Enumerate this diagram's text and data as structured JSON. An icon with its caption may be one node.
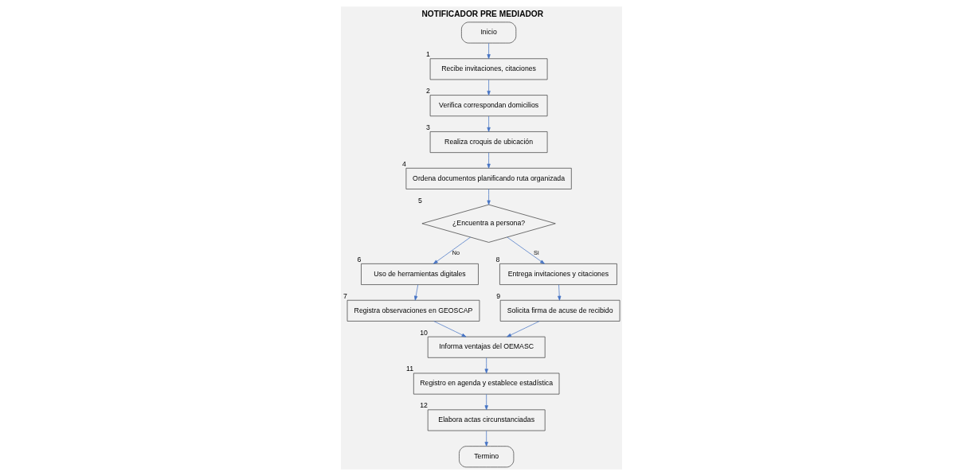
{
  "diagram": {
    "title": "NOTIFICADOR PRE MEDIADOR",
    "nodes": [
      {
        "text": [
          "Inicio"
        ]
      },
      {
        "text": [
          "Recibe invitaciones, citaciones"
        ],
        "beside": [
          "1"
        ]
      },
      {
        "text": [
          "Verifica correspondan domicilios"
        ],
        "beside": [
          "2"
        ]
      },
      {
        "text": [
          "Realiza croquis de ubicación"
        ],
        "beside": [
          "3"
        ]
      },
      {
        "text": [
          "Ordena documentos planificando ruta organizada"
        ],
        "beside": [
          "4"
        ]
      },
      {
        "text": [
          "¿Encuentra a persona?"
        ],
        "beside": [
          "5"
        ]
      },
      {
        "text": [
          "Uso de herramientas digitales"
        ],
        "beside": [
          "6"
        ]
      },
      {
        "text": [
          "Registra observaciones en GEOSCAP"
        ],
        "beside": [
          "7"
        ]
      },
      {
        "text": [
          "Entrega invitaciones y citaciones"
        ],
        "beside": [
          "8"
        ]
      },
      {
        "text": [
          "Solicita firma de acuse de recibido"
        ],
        "beside": [
          "9"
        ]
      },
      {
        "text": [
          "Informa ventajas del OEMASC"
        ],
        "beside": [
          "10"
        ]
      },
      {
        "text": [
          "Registro en agenda y establece estadística"
        ],
        "beside": [
          "11"
        ]
      },
      {
        "text": [
          "Elabora actas circunstanciadas"
        ],
        "beside": [
          "12"
        ]
      },
      {
        "text": [
          "Termino"
        ]
      }
    ],
    "edges": [
      {
        "from": 0,
        "to": 1,
        "arrow": "to"
      },
      {
        "from": 1,
        "to": 2,
        "arrow": "to"
      },
      {
        "from": 2,
        "to": 3,
        "arrow": "to"
      },
      {
        "from": 3,
        "to": 4,
        "arrow": "to"
      },
      {
        "from": 4,
        "to": 5,
        "arrow": "to"
      },
      {
        "from": 5,
        "to": 6,
        "arrow": "to",
        "label": "No"
      },
      {
        "from": 5,
        "to": 8,
        "arrow": "to",
        "label": "Si"
      },
      {
        "from": 6,
        "to": 7,
        "arrow": "to"
      },
      {
        "from": 8,
        "to": 9,
        "arrow": "to"
      },
      {
        "from": 7,
        "to": 10,
        "arrow": "to"
      },
      {
        "from": 9,
        "to": 10,
        "arrow": "to"
      },
      {
        "from": 10,
        "to": 11,
        "arrow": "to"
      },
      {
        "from": 11,
        "to": 12,
        "arrow": "to"
      },
      {
        "from": 12,
        "to": 13,
        "arrow": "to"
      }
    ]
  }
}
